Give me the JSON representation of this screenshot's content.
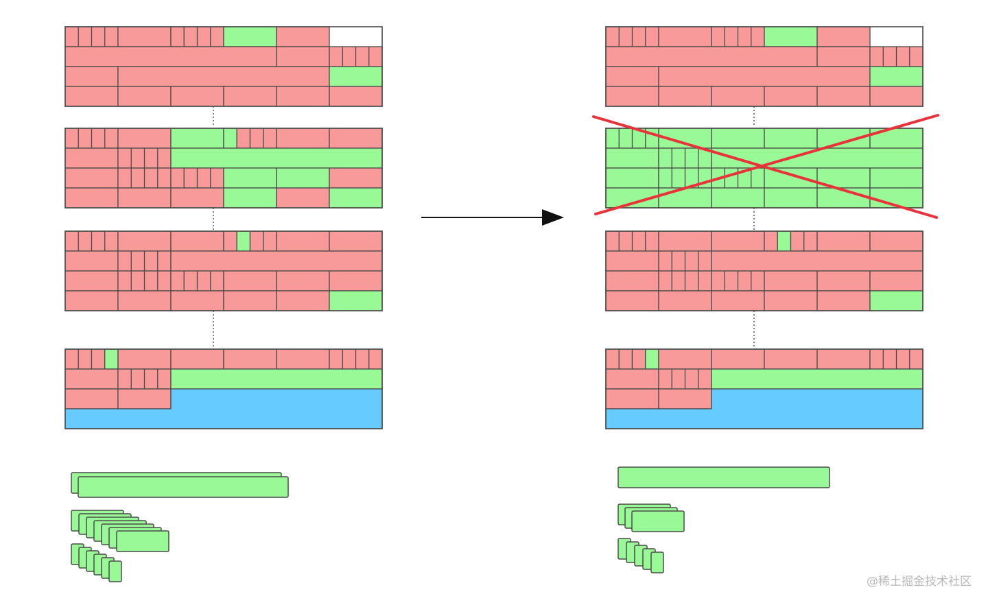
{
  "colors": {
    "used": "#f99a9a",
    "free": "#99f996",
    "unallocated": "#66ccff",
    "border": "#4a4a4a",
    "cross": "#e8333a",
    "arrow": "#111111",
    "connector": "#555555"
  },
  "arrow": {
    "direction": "left-to-right"
  },
  "removed_page": {
    "marker": "red-cross",
    "state": "all cells free"
  },
  "watermark": "@稀土掘金技术社区"
}
